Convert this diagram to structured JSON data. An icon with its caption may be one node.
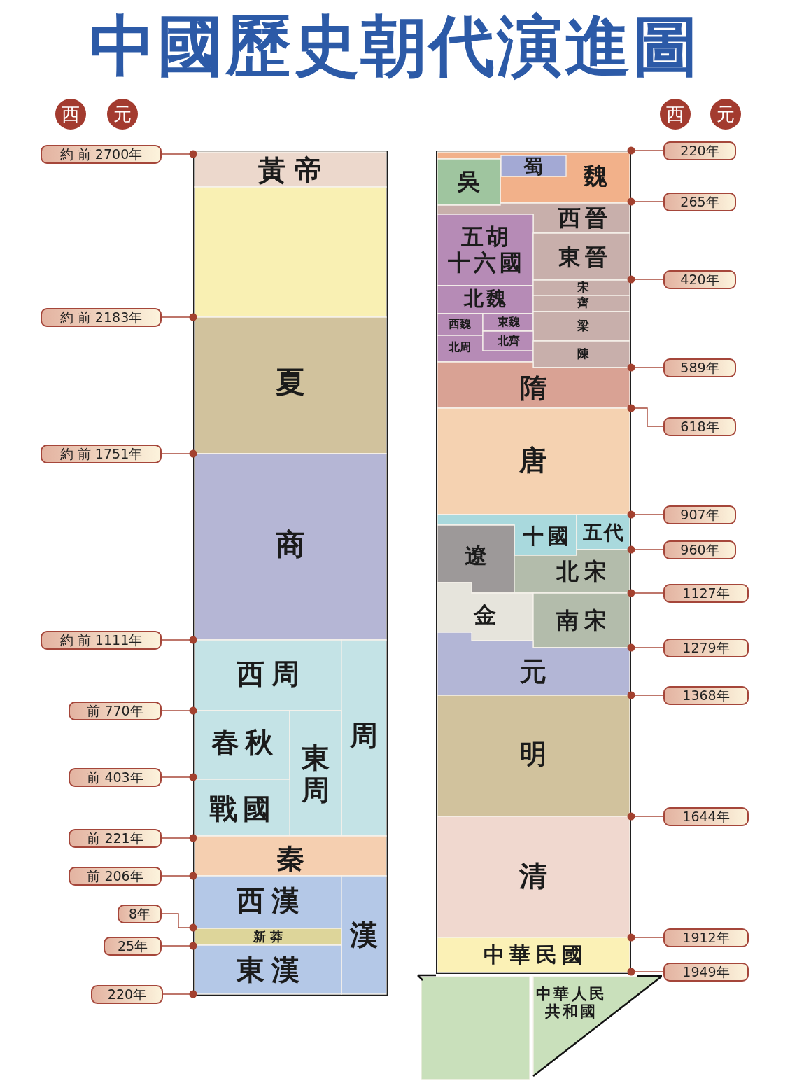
{
  "diagram": {
    "title": "中國歷史朝代演進圖",
    "nodes": [
      {
        "text": [
          "西"
        ]
      },
      {
        "text": [
          "元"
        ]
      },
      {
        "text": [
          "西"
        ]
      },
      {
        "text": [
          "元"
        ]
      },
      {
        "text": [],
        "shape": "box"
      },
      {
        "text": [
          "黃帝"
        ],
        "in": 4
      },
      {
        "text": [],
        "shape": "box",
        "in": 4
      },
      {
        "text": [
          "夏"
        ],
        "in": 4
      },
      {
        "text": [
          "商"
        ],
        "in": 4
      },
      {
        "text": [
          "西周"
        ],
        "in": 4
      },
      {
        "text": [
          "周"
        ],
        "in": 4
      },
      {
        "text": [
          "春秋"
        ],
        "in": 4
      },
      {
        "text": [
          "東周"
        ],
        "in": 4
      },
      {
        "text": [
          "戰國"
        ],
        "in": 4
      },
      {
        "text": [
          "秦"
        ],
        "in": 4
      },
      {
        "text": [
          "西漢"
        ],
        "in": 4
      },
      {
        "text": [
          "漢"
        ],
        "in": 4
      },
      {
        "text": [
          "新莽"
        ],
        "in": 4
      },
      {
        "text": [
          "東漢"
        ],
        "in": 4
      },
      {
        "text": [
          "約 前 2700年"
        ]
      },
      {
        "text": [
          "約 前 2183年"
        ]
      },
      {
        "text": [
          "約 前 1751年"
        ]
      },
      {
        "text": [
          "約 前 1111年"
        ]
      },
      {
        "text": [
          "前 770年"
        ]
      },
      {
        "text": [
          "前 403年"
        ]
      },
      {
        "text": [
          "前 221年"
        ]
      },
      {
        "text": [
          "前 206年"
        ]
      },
      {
        "text": [
          "8年"
        ]
      },
      {
        "text": [
          "25年"
        ]
      },
      {
        "text": [
          "220年"
        ]
      },
      {
        "text": [],
        "shape": "box"
      },
      {
        "text": [
          "魏"
        ],
        "in": 30
      },
      {
        "text": [
          "吳"
        ],
        "in": 30
      },
      {
        "text": [
          "蜀"
        ],
        "in": 31
      },
      {
        "text": [
          "西晉"
        ],
        "in": 30
      },
      {
        "text": [
          "五胡十六國"
        ],
        "in": 30
      },
      {
        "text": [
          "東晉"
        ],
        "in": 30
      },
      {
        "text": [
          "北魏"
        ],
        "in": 30
      },
      {
        "text": [
          "宋"
        ],
        "in": 30
      },
      {
        "text": [
          "齊"
        ],
        "in": 30
      },
      {
        "text": [
          "西魏"
        ],
        "in": 30
      },
      {
        "text": [
          "東魏"
        ],
        "in": 30
      },
      {
        "text": [
          "梁"
        ],
        "in": 30
      },
      {
        "text": [
          "北周"
        ],
        "in": 30
      },
      {
        "text": [
          "北齊"
        ],
        "in": 30
      },
      {
        "text": [
          "陳"
        ],
        "in": 30
      },
      {
        "text": [
          "隋"
        ],
        "in": 30
      },
      {
        "text": [
          "唐"
        ],
        "in": 30
      },
      {
        "text": [
          "十國"
        ],
        "in": 30
      },
      {
        "text": [
          "五代"
        ],
        "in": 30
      },
      {
        "text": [
          "遼"
        ],
        "in": 30
      },
      {
        "text": [
          "北宋"
        ],
        "in": 30
      },
      {
        "text": [
          "金"
        ],
        "in": 30
      },
      {
        "text": [
          "南宋"
        ],
        "in": 30
      },
      {
        "text": [
          "元"
        ],
        "in": 30
      },
      {
        "text": [
          "明"
        ],
        "in": 30
      },
      {
        "text": [
          "清"
        ],
        "in": 30
      },
      {
        "text": [
          "中華民國"
        ],
        "in": 30
      },
      {
        "text": [],
        "shape": "box"
      },
      {
        "text": [
          "中華人民共和國"
        ]
      },
      {
        "text": [
          "220年"
        ]
      },
      {
        "text": [
          "265年"
        ]
      },
      {
        "text": [
          "420年"
        ]
      },
      {
        "text": [
          "589年"
        ]
      },
      {
        "text": [
          "618年"
        ]
      },
      {
        "text": [
          "907年"
        ]
      },
      {
        "text": [
          "960年"
        ]
      },
      {
        "text": [
          "1127年"
        ]
      },
      {
        "text": [
          "1279年"
        ]
      },
      {
        "text": [
          "1368年"
        ]
      },
      {
        "text": [
          "1644年"
        ]
      },
      {
        "text": [
          "1912年"
        ]
      },
      {
        "text": [
          "1949年"
        ]
      }
    ],
    "edges": [
      {
        "from": 19,
        "to": 4,
        "arrow": "other"
      },
      {
        "from": 20,
        "to": 4,
        "arrow": "other"
      },
      {
        "from": 21,
        "to": 4,
        "arrow": "other"
      },
      {
        "from": 22,
        "to": 4,
        "arrow": "other"
      },
      {
        "from": 23,
        "to": 4,
        "arrow": "other"
      },
      {
        "from": 24,
        "to": 4,
        "arrow": "other"
      },
      {
        "from": 25,
        "to": 4,
        "arrow": "other"
      },
      {
        "from": 26,
        "to": 4,
        "arrow": "other"
      },
      {
        "from": 27,
        "to": 4,
        "arrow": "other"
      },
      {
        "from": 28,
        "to": 4,
        "arrow": "other"
      },
      {
        "from": 29,
        "to": 4,
        "arrow": "other"
      },
      {
        "from": 60,
        "to": 30,
        "arrow": "other"
      },
      {
        "from": 61,
        "to": 30,
        "arrow": "other"
      },
      {
        "from": 62,
        "to": 30,
        "arrow": "other"
      },
      {
        "from": 63,
        "to": 30,
        "arrow": "other"
      },
      {
        "from": 64,
        "to": 30,
        "arrow": "other"
      },
      {
        "from": 65,
        "to": 30,
        "arrow": "other"
      },
      {
        "from": 66,
        "to": 30,
        "arrow": "other"
      },
      {
        "from": 67,
        "to": 30,
        "arrow": "other"
      },
      {
        "from": 68,
        "to": 30,
        "arrow": "other"
      },
      {
        "from": 69,
        "to": 30,
        "arrow": "other"
      },
      {
        "from": 70,
        "to": 30,
        "arrow": "other"
      },
      {
        "from": 71,
        "to": 30,
        "arrow": "other"
      },
      {
        "from": 72,
        "to": 30,
        "arrow": "other"
      }
    ]
  }
}
